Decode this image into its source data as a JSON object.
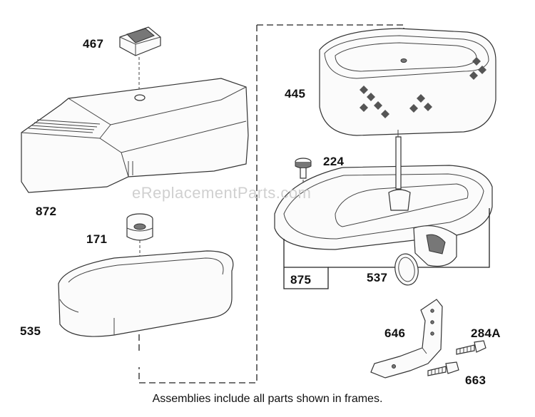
{
  "diagram": {
    "watermark": "eReplacementParts.com",
    "caption": "Assemblies include all parts shown in frames.",
    "parts": {
      "p467": "467",
      "p872": "872",
      "p171": "171",
      "p535": "535",
      "p445": "445",
      "p224": "224",
      "p875": "875",
      "p537": "537",
      "p646": "646",
      "p284a": "284A",
      "p663": "663"
    }
  }
}
